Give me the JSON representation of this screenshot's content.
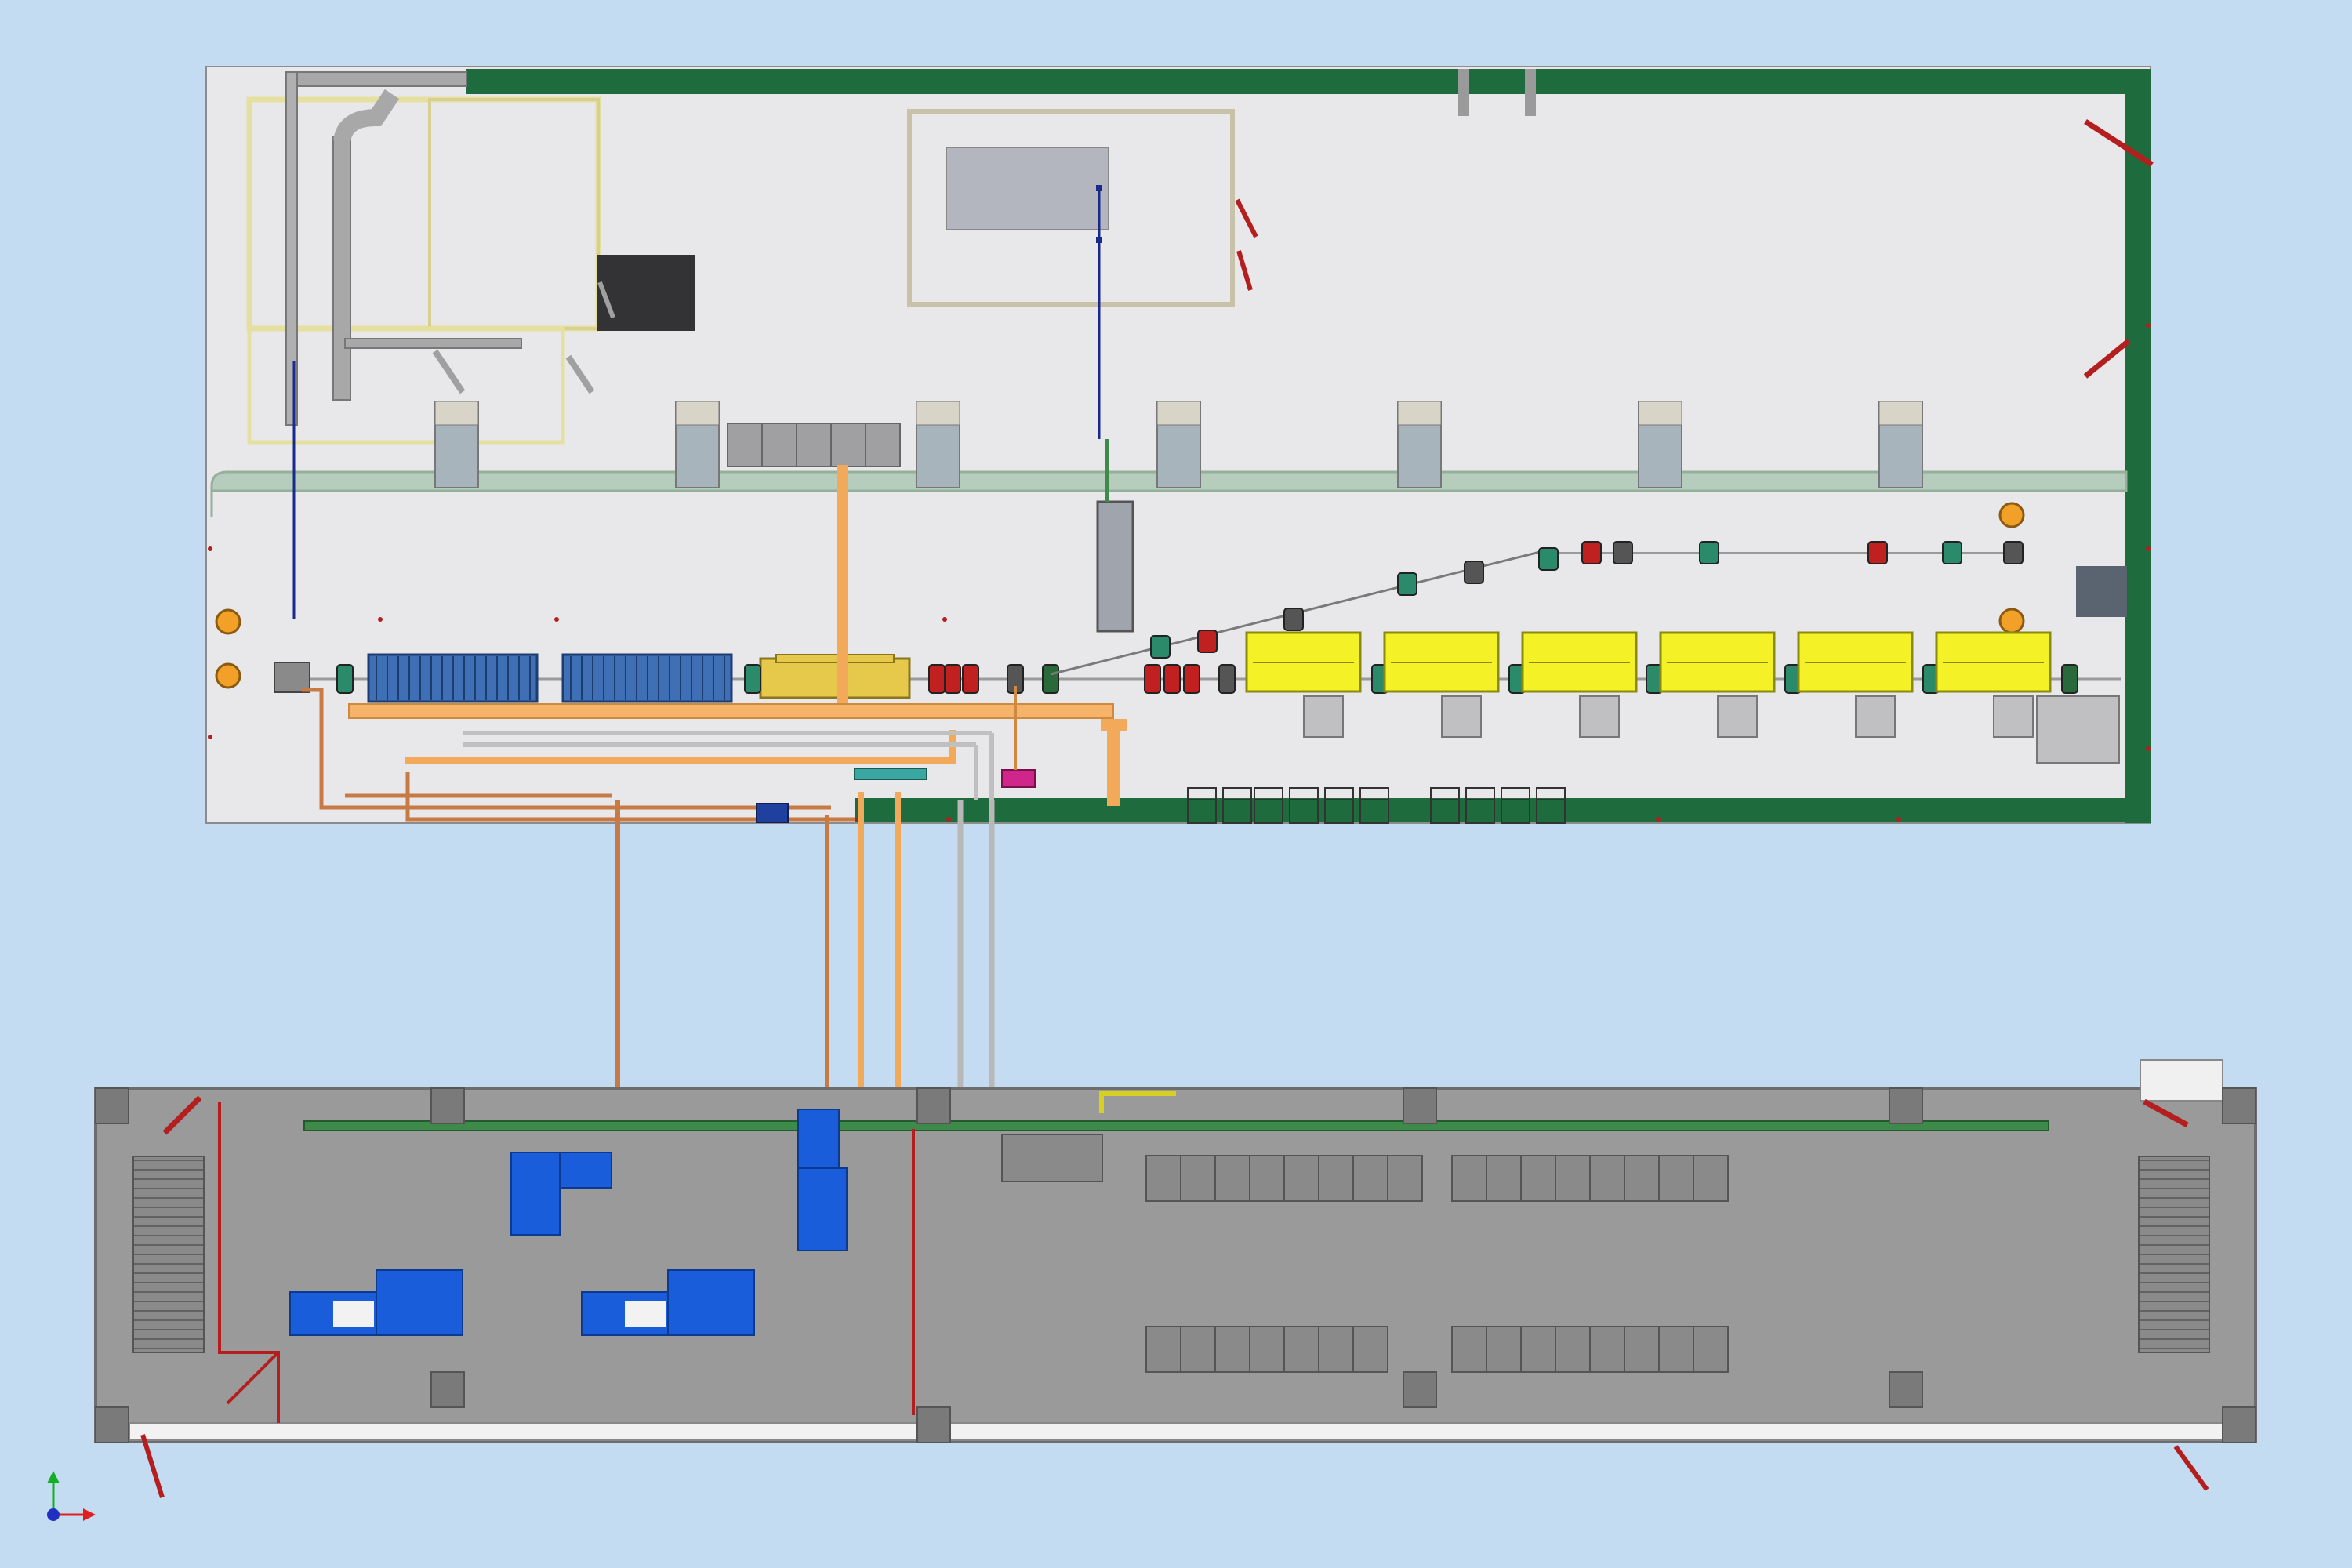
{
  "viewer": {
    "background": "#c3dcf2",
    "axis_triad_colors": {
      "x": "#e02020",
      "y": "#10b020",
      "z": "#2030c0"
    }
  },
  "upper_hall": {
    "wall_color": "#1e6b3d",
    "floor_color": "#e8e8ea",
    "trench_color": "#b6cdbd",
    "columns_count": 7,
    "racks_count": 5
  },
  "linac": {
    "accelerating_sections_color": "#3f6fb4",
    "rf_section_color": "#e6c84a",
    "beam_pipe_color": "#9a9a9a"
  },
  "undulators": {
    "count": 6,
    "color": "#f4f226"
  },
  "utilities": {
    "water_pipe_color": "#f2a95a",
    "copper_pipe_color": "#c87a45",
    "gas_pipe_color": "#b8b8b8",
    "cable_color": "#1a2a8a",
    "alarm_color": "#b41e1e"
  },
  "lower_hall": {
    "floor_color": "#9a9a9b",
    "wall_color": "#6d6d6e",
    "equipment_color": "#1a5ddb",
    "cabinet_color": "#8a8a8b",
    "cable_tray_color": "#3d8a4a",
    "cabinet_rows": 4
  }
}
